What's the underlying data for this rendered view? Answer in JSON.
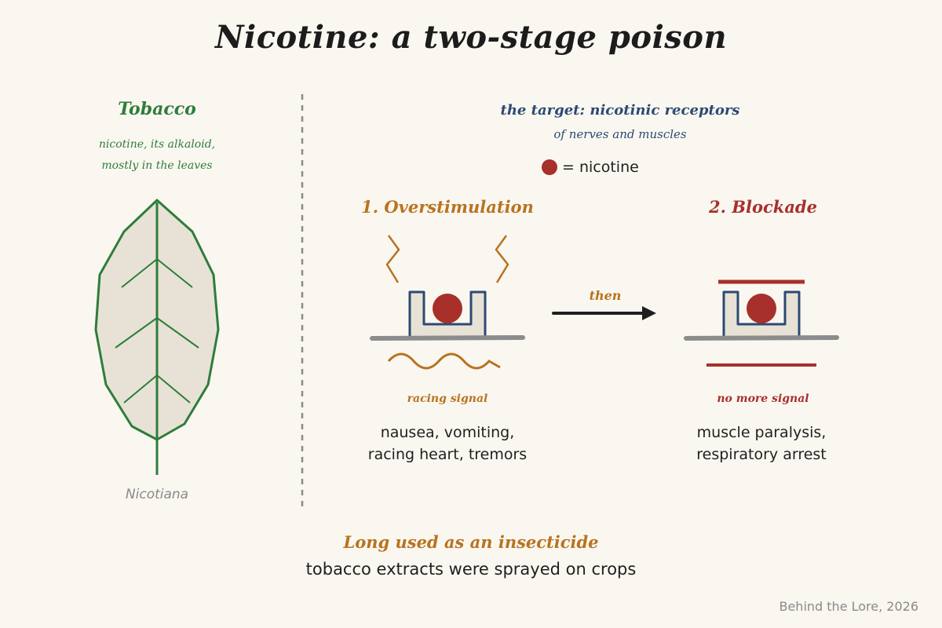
{
  "title": "Nicotine: a two-stage poison",
  "plant": {
    "heading": "Tobacco",
    "note_line1": "nicotine, its alkaloid,",
    "note_line2": "mostly in the leaves",
    "caption": "Nicotiana"
  },
  "target": {
    "heading": "the target: nicotinic receptors",
    "subheading": "of nerves and muscles",
    "legend": "= nicotine"
  },
  "stage1": {
    "heading": "1. Overstimulation",
    "signal": "racing signal",
    "effects_line1": "nausea, vomiting,",
    "effects_line2": "racing heart, tremors"
  },
  "arrow_label": "then",
  "stage2": {
    "heading": "2. Blockade",
    "signal": "no more signal",
    "effects_line1": "muscle paralysis,",
    "effects_line2": "respiratory arrest"
  },
  "footer": {
    "heading": "Long used as an insecticide",
    "text": "tobacco extracts were sprayed on crops"
  },
  "credit": "Behind the Lore, 2026",
  "colors": {
    "background": "#faf7f1",
    "green": "#2e7d3a",
    "blue": "#2c4a72",
    "orange": "#b8731f",
    "red": "#a8302a",
    "nicotine": "#a8302a",
    "membrane": "#8c8c8c",
    "leaf_fill": "#e8e2d6"
  }
}
